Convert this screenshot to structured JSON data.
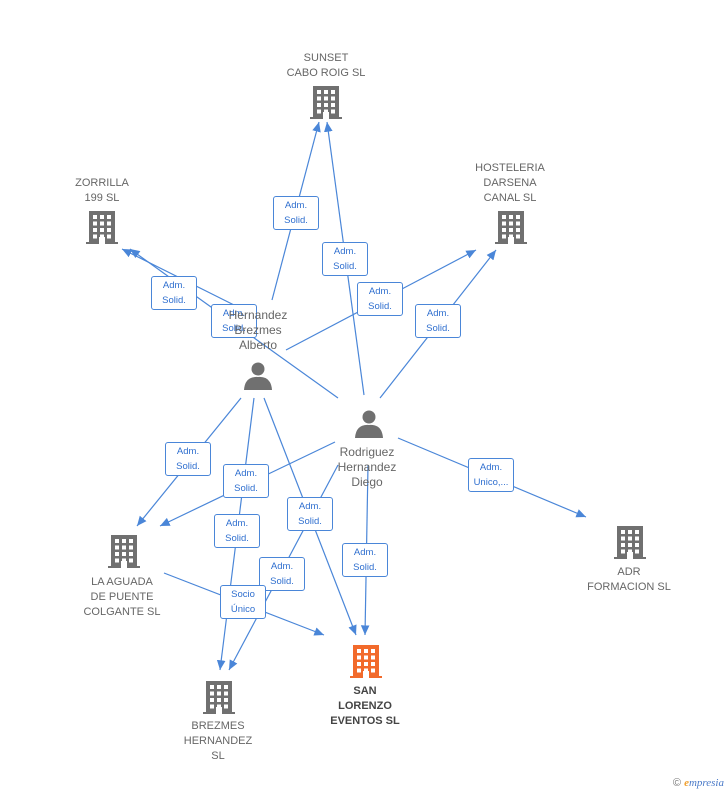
{
  "nodes": [
    {
      "id": "sunset",
      "label": "SUNSET\nCABO ROIG  SL",
      "kind": "company"
    },
    {
      "id": "zorrilla",
      "label": "ZORRILLA\n199  SL",
      "kind": "company"
    },
    {
      "id": "hosteleria",
      "label": "HOSTELERIA\nDARSENA\nCANAL  SL",
      "kind": "company"
    },
    {
      "id": "person1",
      "label": "Hernandez\nBrezmes\nAlberto",
      "kind": "person"
    },
    {
      "id": "person2",
      "label": "Rodriguez\nHernandez\nDiego",
      "kind": "person"
    },
    {
      "id": "aguada",
      "label": "LA AGUADA\nDE PUENTE\nCOLGANTE  SL",
      "kind": "company"
    },
    {
      "id": "adr",
      "label": "ADR\nFORMACION SL",
      "kind": "company"
    },
    {
      "id": "sanlorenzo",
      "label": "SAN\nLORENZO\nEVENTOS  SL",
      "kind": "company-highlight"
    },
    {
      "id": "brezmes",
      "label": "BREZMES\nHERNANDEZ\nSL",
      "kind": "company"
    }
  ],
  "edges": [
    {
      "from": "person1",
      "to": "sunset",
      "label": "Adm.\nSolid."
    },
    {
      "from": "person2",
      "to": "sunset",
      "label": "Adm.\nSolid."
    },
    {
      "from": "person1",
      "to": "zorrilla",
      "label": "Adm.\nSolid."
    },
    {
      "from": "person2",
      "to": "zorrilla",
      "label": "Adm.\nSolid."
    },
    {
      "from": "person1",
      "to": "hosteleria",
      "label": "Adm.\nSolid."
    },
    {
      "from": "person2",
      "to": "hosteleria",
      "label": "Adm.\nSolid."
    },
    {
      "from": "person1",
      "to": "aguada",
      "label": "Adm.\nSolid."
    },
    {
      "from": "person2",
      "to": "aguada",
      "label": "Adm.\nSolid."
    },
    {
      "from": "person1",
      "to": "brezmes",
      "label": "Adm.\nSolid."
    },
    {
      "from": "person1",
      "to": "sanlorenzo",
      "label": "Adm.\nSolid."
    },
    {
      "from": "person2",
      "to": "brezmes",
      "label": "Adm.\nSolid."
    },
    {
      "from": "person2",
      "to": "sanlorenzo",
      "label": "Adm.\nSolid."
    },
    {
      "from": "aguada",
      "to": "sanlorenzo",
      "label": "Socio\nÚnico"
    },
    {
      "from": "person2",
      "to": "adr",
      "label": "Adm.\nUnico,..."
    }
  ],
  "colors": {
    "edge": "#4a86d8",
    "company": "#707070",
    "highlight": "#f26a2b",
    "person": "#707070"
  },
  "watermark": {
    "symbol": "©",
    "brand_initial": "e",
    "brand_rest": "mpresia"
  }
}
